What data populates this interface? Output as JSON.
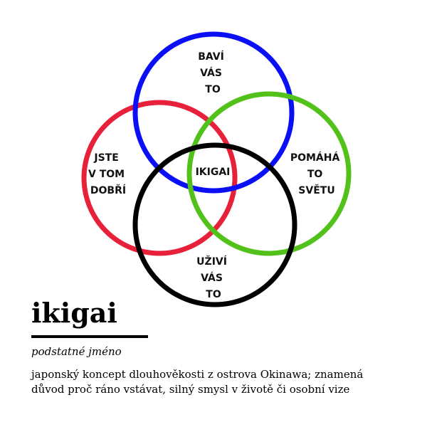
{
  "diagram": {
    "circles": [
      {
        "name": "good-at",
        "color": "#e8213a",
        "lines": [
          "JSTE",
          "V TOM",
          "DOBŘÍ"
        ]
      },
      {
        "name": "love",
        "color": "#0a0ff5",
        "lines": [
          "BAVÍ",
          "VÁS",
          "TO"
        ]
      },
      {
        "name": "world-needs",
        "color": "#52c21a",
        "lines": [
          "POMÁHÁ",
          "TO",
          "SVĚTU"
        ]
      },
      {
        "name": "paid-for",
        "color": "#000000",
        "lines": [
          "UŽIVÍ",
          "VÁS",
          "TO"
        ]
      }
    ],
    "center_label": "IKIGAI"
  },
  "entry": {
    "word": "ikigai",
    "part_of_speech": "podstatné jméno",
    "definition_lines": [
      "japonský koncept dlouhověkosti z ostrova Okinawa; znamená",
      "důvod proč ráno vstávat, silný smysl v životě či osobní vize"
    ]
  }
}
